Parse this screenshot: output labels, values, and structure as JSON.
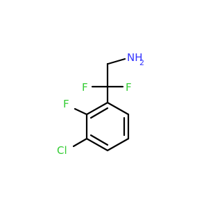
{
  "molecule": {
    "atoms": {
      "nh2": {
        "text": "NH",
        "sub": "2",
        "color": "#3333ff"
      },
      "f1": {
        "text": "F",
        "color": "#33cc33"
      },
      "f2": {
        "text": "F",
        "color": "#33cc33"
      },
      "f3": {
        "text": "F",
        "color": "#33cc33"
      },
      "cl": {
        "text": "Cl",
        "color": "#33cc33"
      }
    },
    "bond_color": "#000000"
  }
}
